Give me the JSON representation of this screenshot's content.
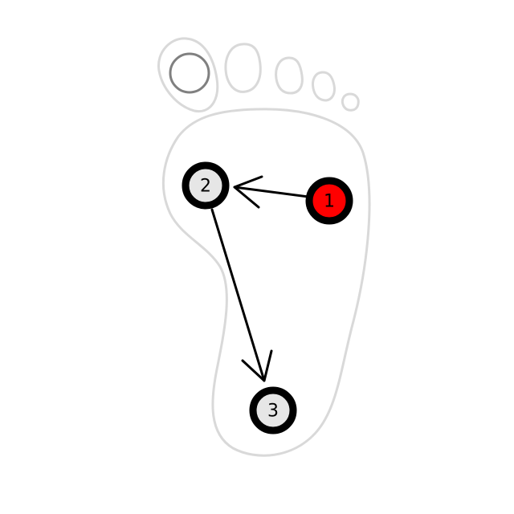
{
  "diagram": {
    "type": "foot-pressure-sequence",
    "colors": {
      "outline": "#d9d9d9",
      "marker_ring": "#808080",
      "node_border": "#000000",
      "node_fill_default": "#e6e6e6",
      "node_fill_active": "#ff0000",
      "arrow": "#000000",
      "label": "#000000"
    },
    "nodes": [
      {
        "id": "n1",
        "label": "1",
        "state": "active"
      },
      {
        "id": "n2",
        "label": "2",
        "state": "default"
      },
      {
        "id": "n3",
        "label": "3",
        "state": "default"
      }
    ],
    "edges": [
      {
        "from": "1",
        "to": "2"
      },
      {
        "from": "2",
        "to": "3"
      }
    ]
  }
}
